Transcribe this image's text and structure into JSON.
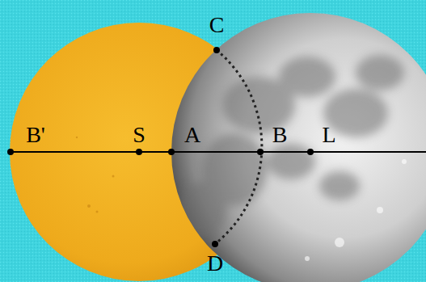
{
  "diagram": {
    "labels": [
      "B'",
      "S",
      "A",
      "B",
      "L",
      "C",
      "D"
    ]
  }
}
